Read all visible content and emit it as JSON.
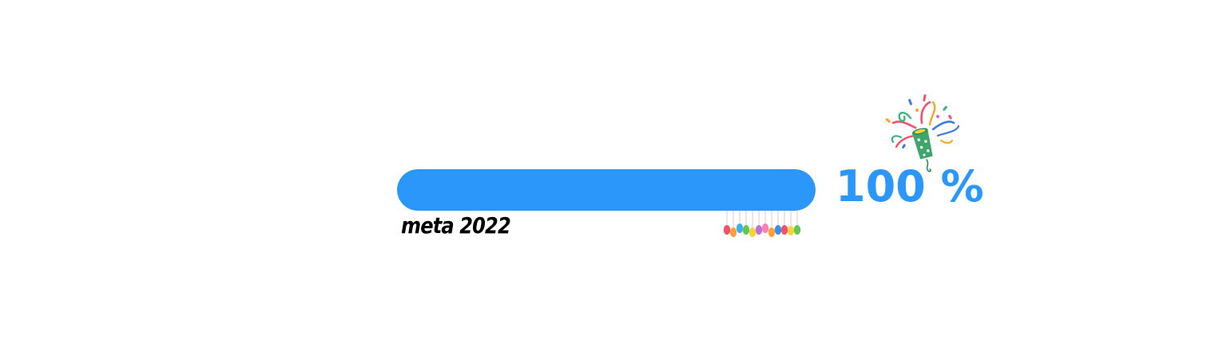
{
  "goal": {
    "label": "meta 2022",
    "progress_percent": 100,
    "percent_text": "100 %"
  },
  "colors": {
    "accent": "#2b97fb",
    "track": "#e8f1fb",
    "label": "#000000"
  },
  "decorations": {
    "popper_icon": "party-popper-icon",
    "balloons_icon": "balloon-garland-icon",
    "balloon_colors": [
      "#f4506b",
      "#ff9f3a",
      "#3db0f0",
      "#61c755",
      "#f7d23a",
      "#c06fd8",
      "#ff7fb0",
      "#ff9f3a",
      "#3b8ee8",
      "#f4506b",
      "#ffd23a",
      "#61c755"
    ]
  }
}
